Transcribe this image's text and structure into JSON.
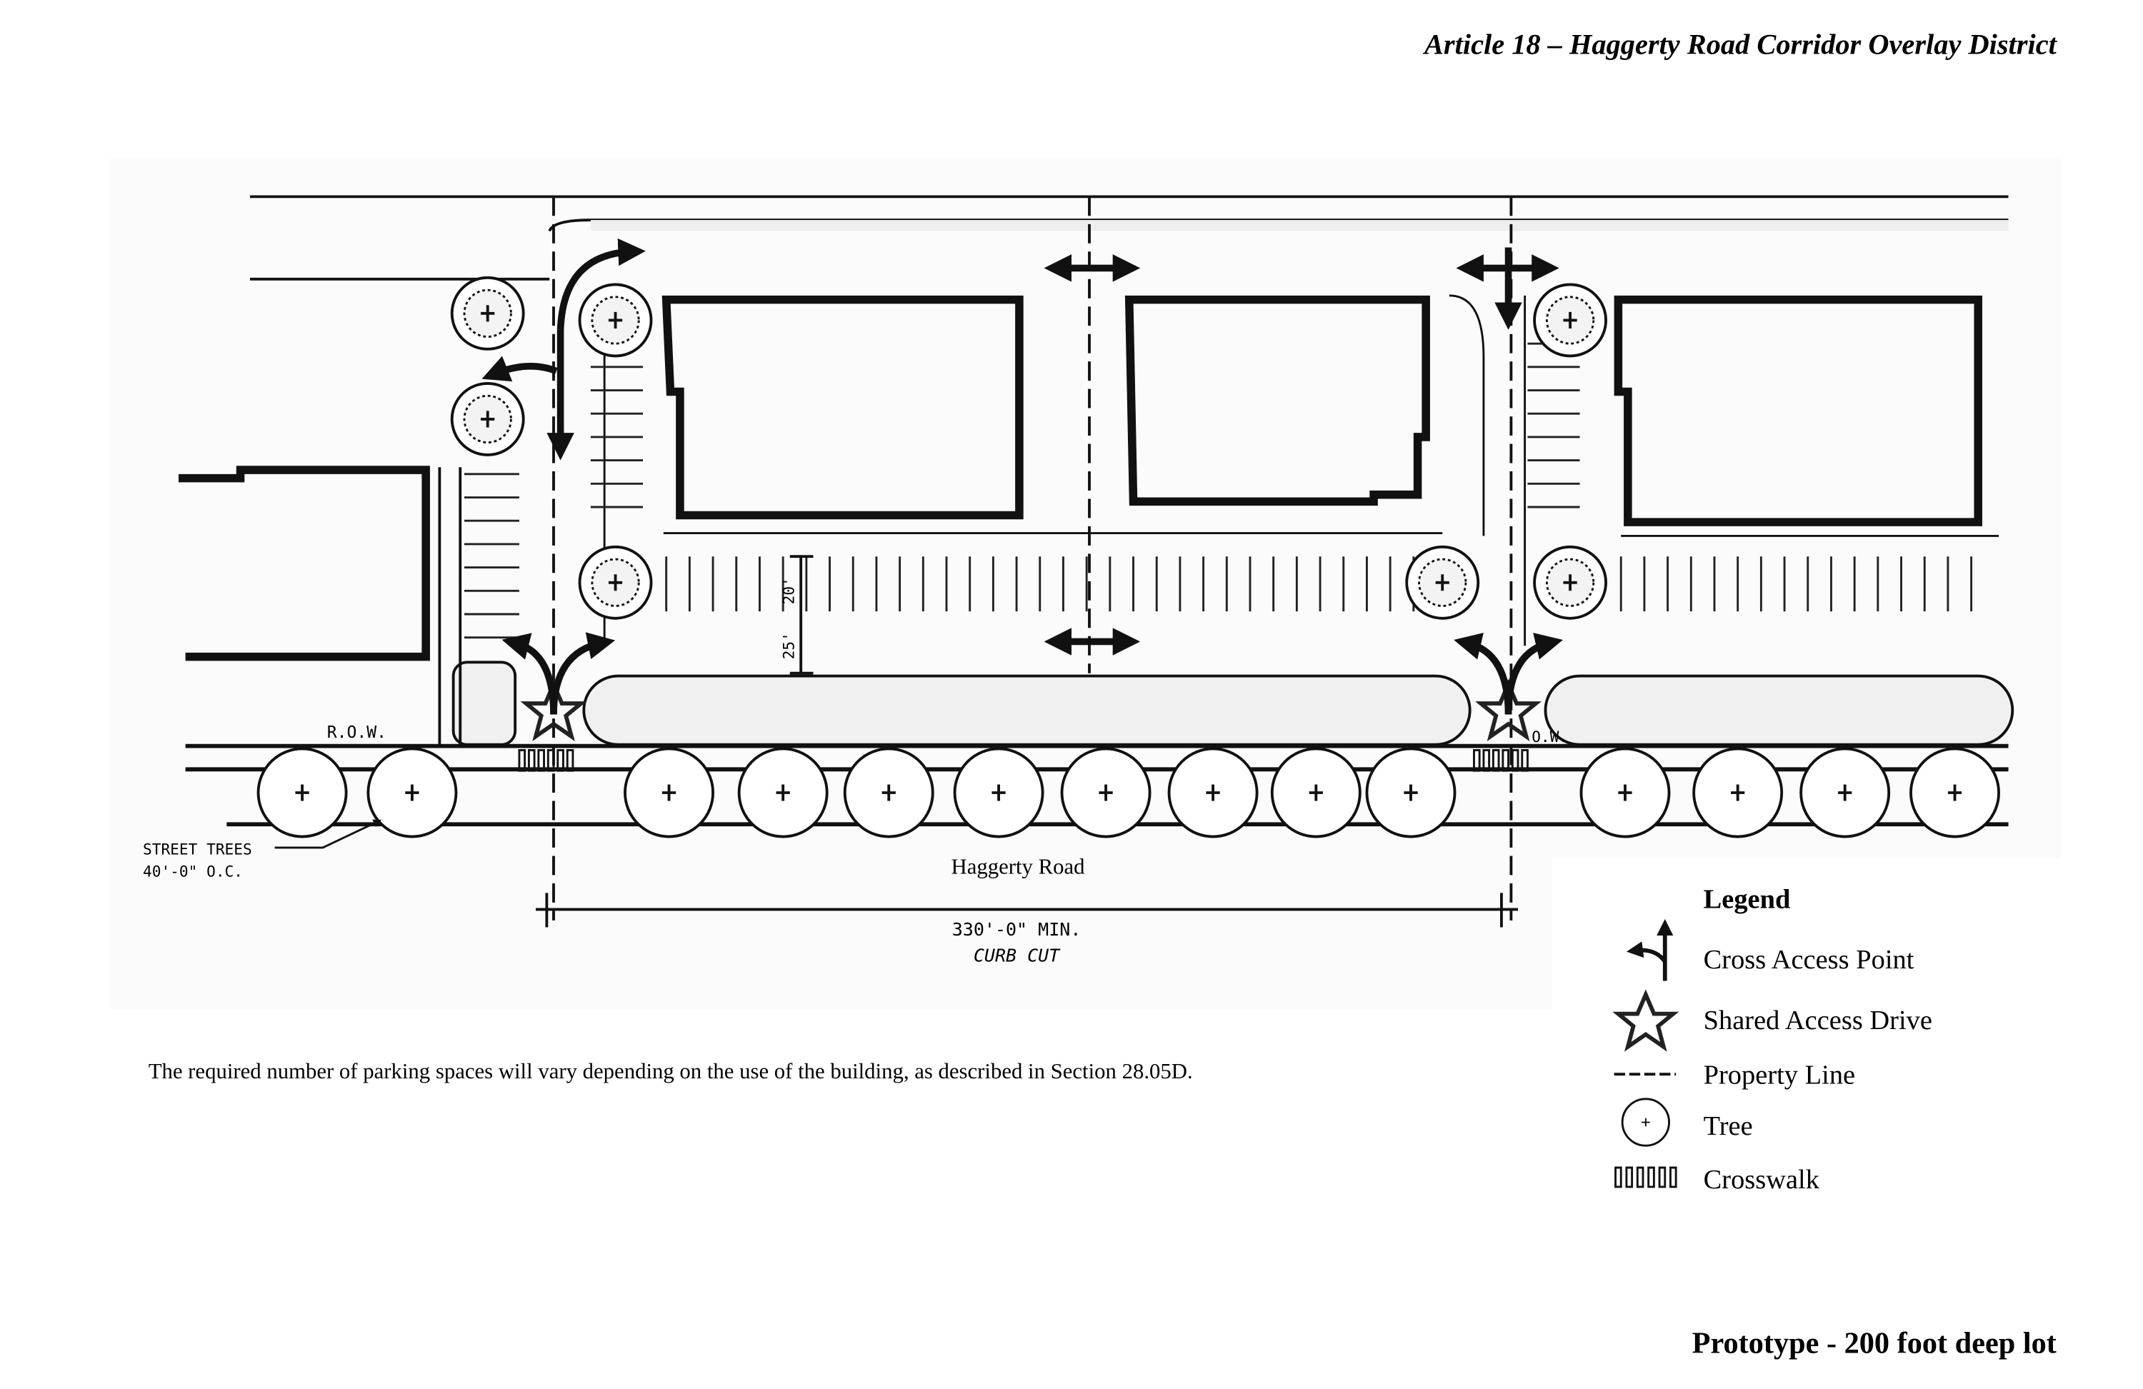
{
  "header": {
    "title": "Article 18 – Haggerty Road Corridor Overlay District"
  },
  "plan": {
    "road_label": "Haggerty Road",
    "row_label": "R.O.W.",
    "row_label_2": "O.W.",
    "street_trees_label": "STREET TREES",
    "street_trees_spacing": "40'-0\" O.C.",
    "dim_parking_depth": "20'",
    "dim_aisle_width": "25'",
    "curb_cut_dim": "330'-0\" MIN.",
    "curb_cut_label": "CURB CUT"
  },
  "caption": "The required number of parking spaces will vary depending on the use of the building, as described in Section 28.05D.",
  "legend": {
    "title": "Legend",
    "items": [
      {
        "icon": "cross-access-arrow-icon",
        "label": "Cross Access Point"
      },
      {
        "icon": "star-icon",
        "label": "Shared Access Drive"
      },
      {
        "icon": "dashed-line-icon",
        "label": "Property Line"
      },
      {
        "icon": "tree-circle-icon",
        "label": "Tree"
      },
      {
        "icon": "crosswalk-icon",
        "label": "Crosswalk"
      }
    ]
  },
  "footer": {
    "title": "Prototype - 200 foot deep lot"
  }
}
